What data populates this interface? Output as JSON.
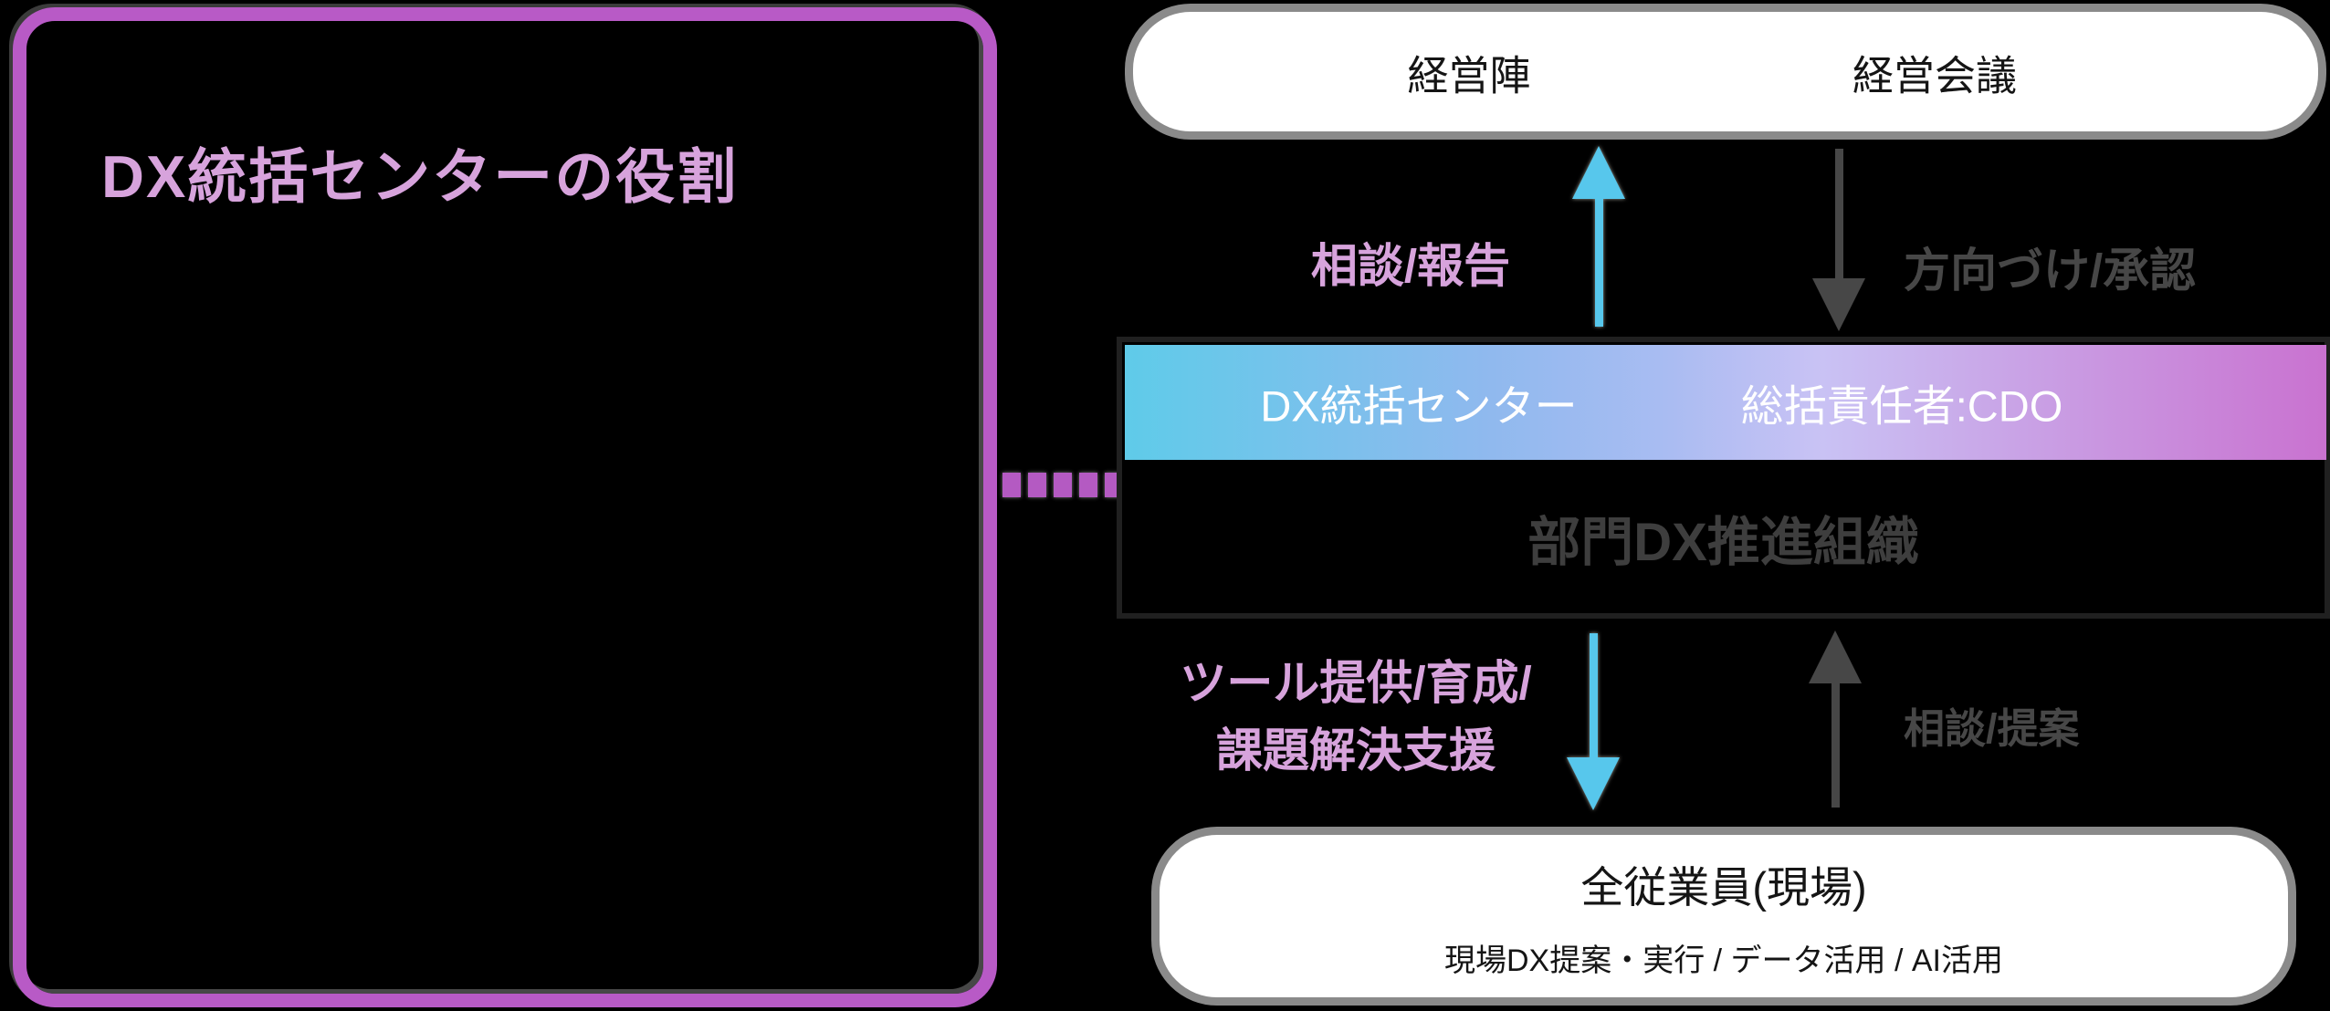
{
  "left_panel": {
    "title": "DX統括センターの役割",
    "border_color": "#b85ac6",
    "title_color": "#d7a3dc"
  },
  "org_chart": {
    "top_box": {
      "left_label": "経営陣",
      "right_label": "経営会議"
    },
    "flows": {
      "consult_report": {
        "label": "相談/報告",
        "direction": "up",
        "color": "#57c7ec"
      },
      "direction_approval": {
        "label": "方向づけ/承認",
        "direction": "down",
        "color": "#474747"
      },
      "tools_support": {
        "label_line1": "ツール提供/育成/",
        "label_line2": "課題解決支援",
        "direction": "down",
        "color": "#57c7ec"
      },
      "consult_propose": {
        "label": "相談/提案",
        "direction": "up",
        "color": "#474747"
      }
    },
    "center_box": {
      "gradient_bar": {
        "left_label": "DX統括センター",
        "right_label": "総括責任者:CDO",
        "gradient_start": "#5fcbe9",
        "gradient_end": "#c972d0"
      },
      "dept_label": "部門DX推進組織"
    },
    "bottom_box": {
      "title": "全従業員(現場)",
      "subtitle": "現場DX提案・実行 / データ活用 / AI活用"
    }
  },
  "colors": {
    "background": "#000000",
    "pill_fill": "#ffffff",
    "pill_border": "#8a8a8a",
    "pill_text": "#151515",
    "dashed_connector": "#b45ac2",
    "center_box_border": "#202020",
    "dept_text": "#3e3e3e"
  }
}
